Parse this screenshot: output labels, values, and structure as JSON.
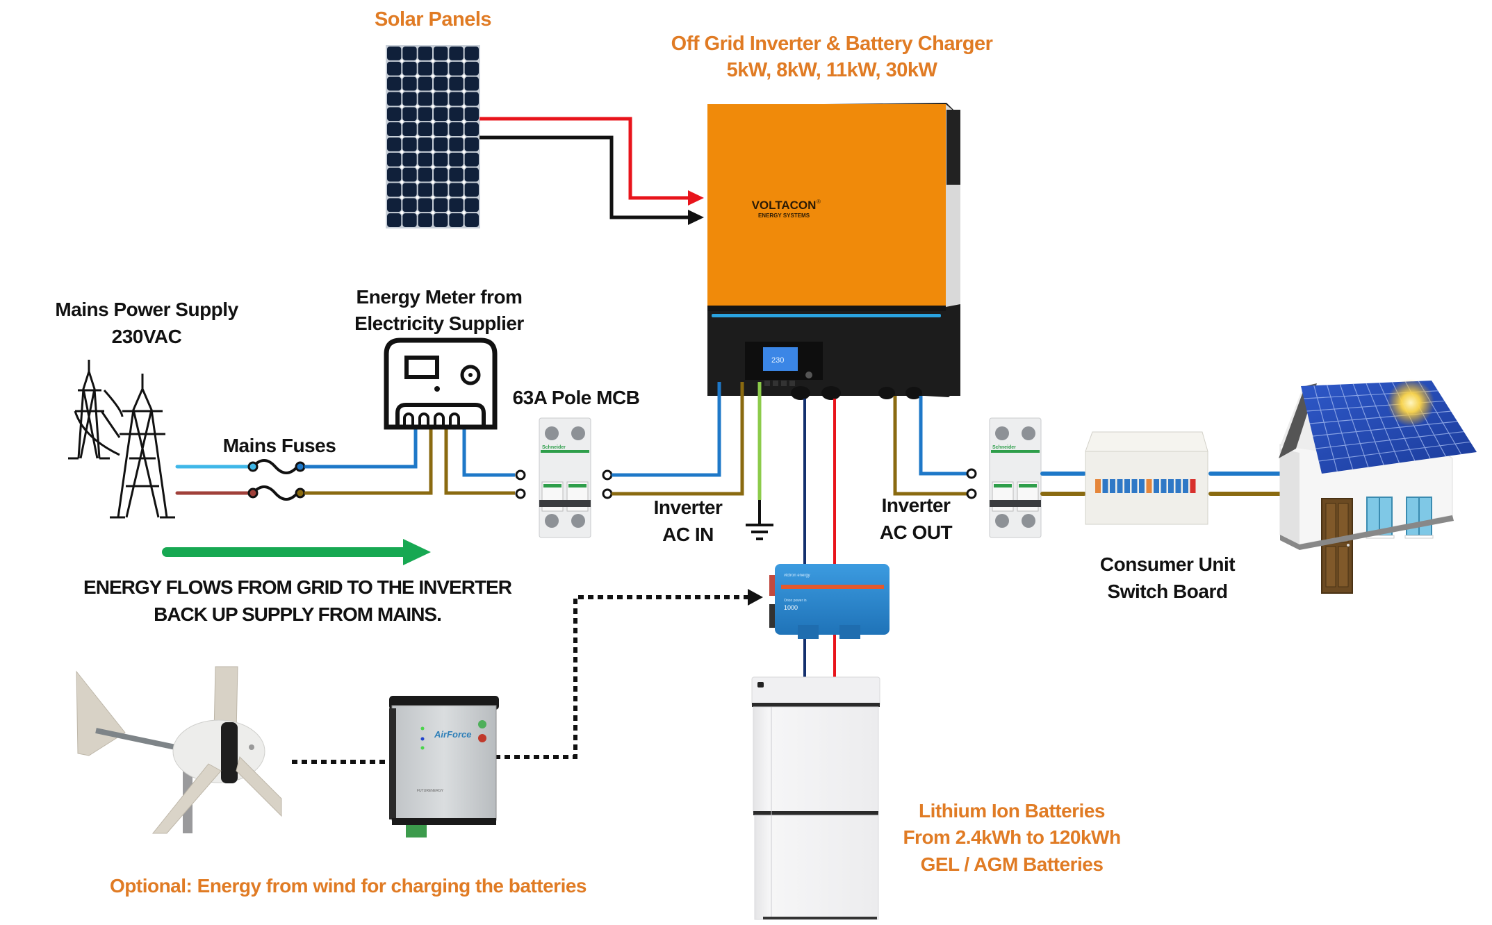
{
  "title": "Off Grid Solar System Wiring Diagram",
  "colors": {
    "label_orange": "#E07B24",
    "label_black": "#111111",
    "wire_blue": "#1E78C8",
    "wire_light_blue": "#3FB7E8",
    "wire_brown": "#8A6A10",
    "wire_dark_red": "#A0403A",
    "wire_green_earth": "#8CCB4A",
    "dc_positive": "#E8141B",
    "dc_negative": "#111111",
    "battery_negative": "#14306E",
    "flow_arrow": "#17A852",
    "inverter_orange": "#F08A0A",
    "inverter_black": "#1C1C1C",
    "accent_stripe": "#2AA3E0",
    "panel_navy": "#10203A"
  },
  "labels": {
    "solar_panels": "Solar Panels",
    "inverter_title_line1": "Off Grid Inverter & Battery Charger",
    "inverter_title_line2": "5kW, 8kW, 11kW, 30kW",
    "mains_line1": "Mains Power Supply",
    "mains_line2": "230VAC",
    "meter_line1": "Energy Meter from",
    "meter_line2": "Electricity Supplier",
    "mains_fuses": "Mains Fuses",
    "mcb": "63A Pole MCB",
    "ac_in_line1": "Inverter",
    "ac_in_line2": "AC IN",
    "ac_out_line1": "Inverter",
    "ac_out_line2": "AC OUT",
    "consumer_line1": "Consumer Unit",
    "consumer_line2": "Switch Board",
    "flow_line1": "ENERGY FLOWS FROM GRID TO THE INVERTER",
    "flow_line2": "BACK UP SUPPLY FROM MAINS.",
    "battery_line1": "Lithium Ion  Batteries",
    "battery_line2": "From 2.4kWh to 120kWh",
    "battery_line3": "GEL / AGM Batteries",
    "wind_optional": "Optional: Energy from wind for charging the batteries"
  },
  "devices": {
    "inverter_brand": "VOLTACON",
    "inverter_brand_mark": "®",
    "inverter_subbrand": "ENERGY SYSTEMS",
    "inverter_lcd": "230",
    "mcb_brand": "Schneider",
    "charger_brand": "victron energy",
    "charger_model": "Orion power in",
    "charger_number": "1000",
    "wind_controller_brand": "AirForce",
    "wind_controller_maker": "FUTURENERGY"
  }
}
